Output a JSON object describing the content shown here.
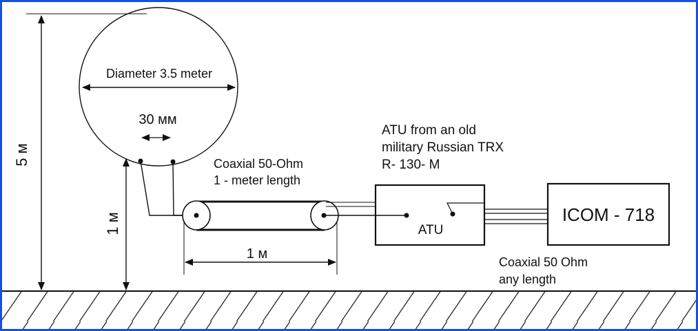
{
  "labels": {
    "diameter": "Diameter 3.5 meter",
    "gap": "30 мм",
    "height_total": "5 м",
    "height_feed": "1 м",
    "coax_length": "1 м",
    "coax1_line1": "Coaxial 50-Ohm",
    "coax1_line2": "1 - meter length",
    "atu_desc_line1": "ATU from an old",
    "atu_desc_line2": "military Russian TRX",
    "atu_desc_line3": "R- 130- M",
    "atu_box": "ATU",
    "radio_box": "ICOM - 718",
    "coax2_line1": "Coaxial 50 Ohm",
    "coax2_line2": "any length"
  },
  "colors": {
    "frame": "#1a4fd6",
    "ink": "#111111",
    "ground_fill": "#e6e6e6"
  }
}
